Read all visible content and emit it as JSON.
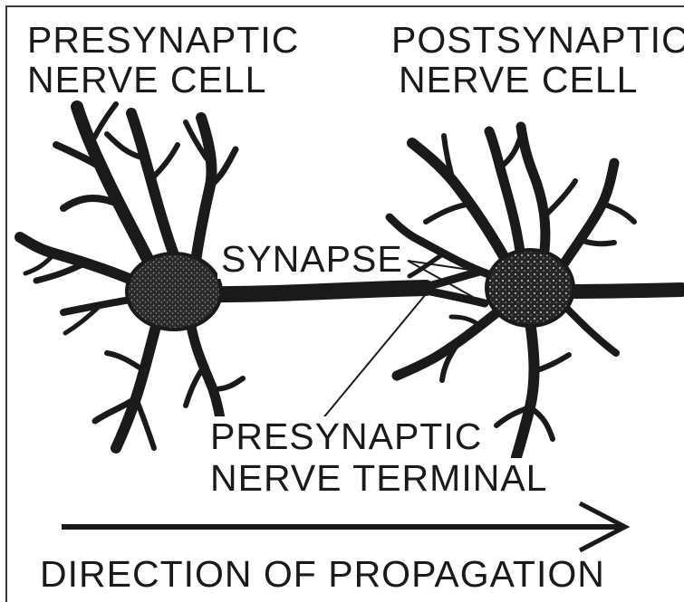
{
  "labels": {
    "presynaptic_cell_line1": "PRESYNAPTIC",
    "presynaptic_cell_line2": "NERVE CELL",
    "postsynaptic_cell_line1": "POSTSYNAPTIC",
    "postsynaptic_cell_line2": "NERVE CELL",
    "synapse": "SYNAPSE",
    "terminal_line1": "PRESYNAPTIC",
    "terminal_line2": "NERVE TERMINAL",
    "direction": "DIRECTION OF PROPAGATION"
  },
  "colors": {
    "ink": "#1a1a1a",
    "soma_speckle": "#6b6b6b",
    "paper": "#ffffff"
  },
  "icons": {
    "direction_arrow": "long-right-arrow-icon"
  }
}
